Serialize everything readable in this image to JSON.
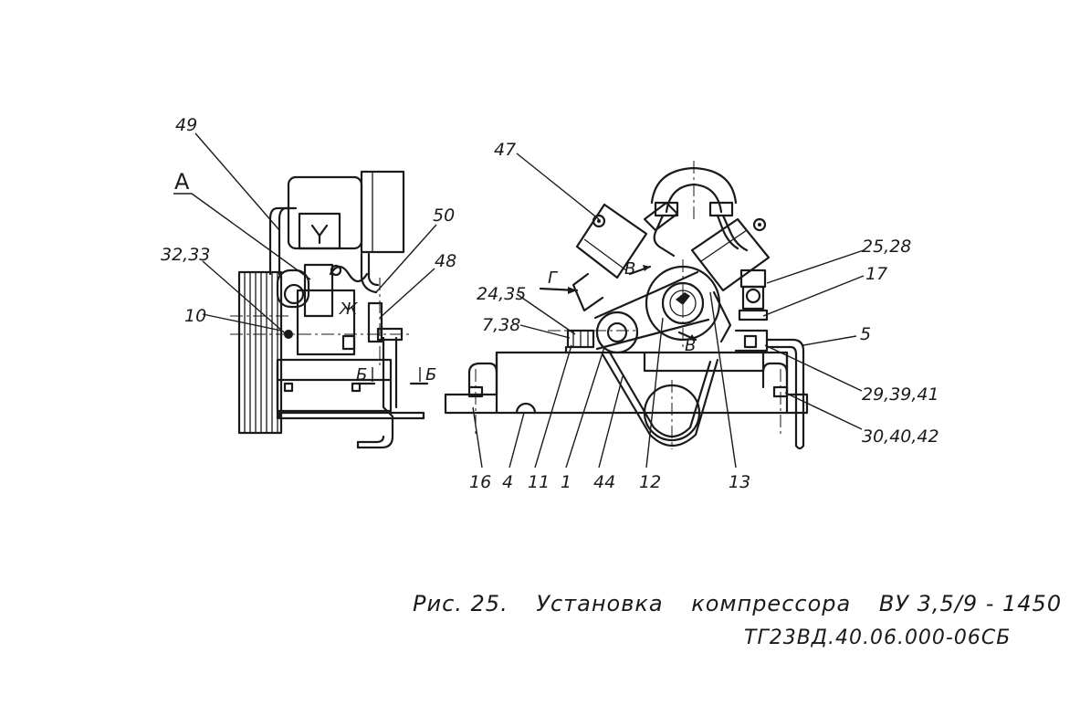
{
  "left_view": {
    "labels": {
      "l49": "49",
      "lA": "А",
      "l3233": "32,33",
      "l10": "10",
      "l50": "50",
      "l48": "48",
      "lZh": "Ж",
      "lB1": "Б",
      "lB2": "Б"
    }
  },
  "right_view": {
    "labels": {
      "l47": "47",
      "lG": "Г",
      "lV1": "В",
      "lV2": "В",
      "l2435": "24,35",
      "l738": "7,38",
      "l2528": "25,28",
      "l17": "17",
      "l5": "5",
      "l293941": "29,39,41",
      "l304042": "30,40,42",
      "l16": "16",
      "l4": "4",
      "l11": "11",
      "l1": "1",
      "l44": "44",
      "l12": "12",
      "l13": "13"
    }
  },
  "caption": {
    "fig_number": "Рис. 25.",
    "title_word1": "Установка",
    "title_word2": "компрессора",
    "model": "ВУ 3,5/9 - 1450",
    "drawing_code": "ТГ23ВД.40.06.000-06СБ"
  }
}
